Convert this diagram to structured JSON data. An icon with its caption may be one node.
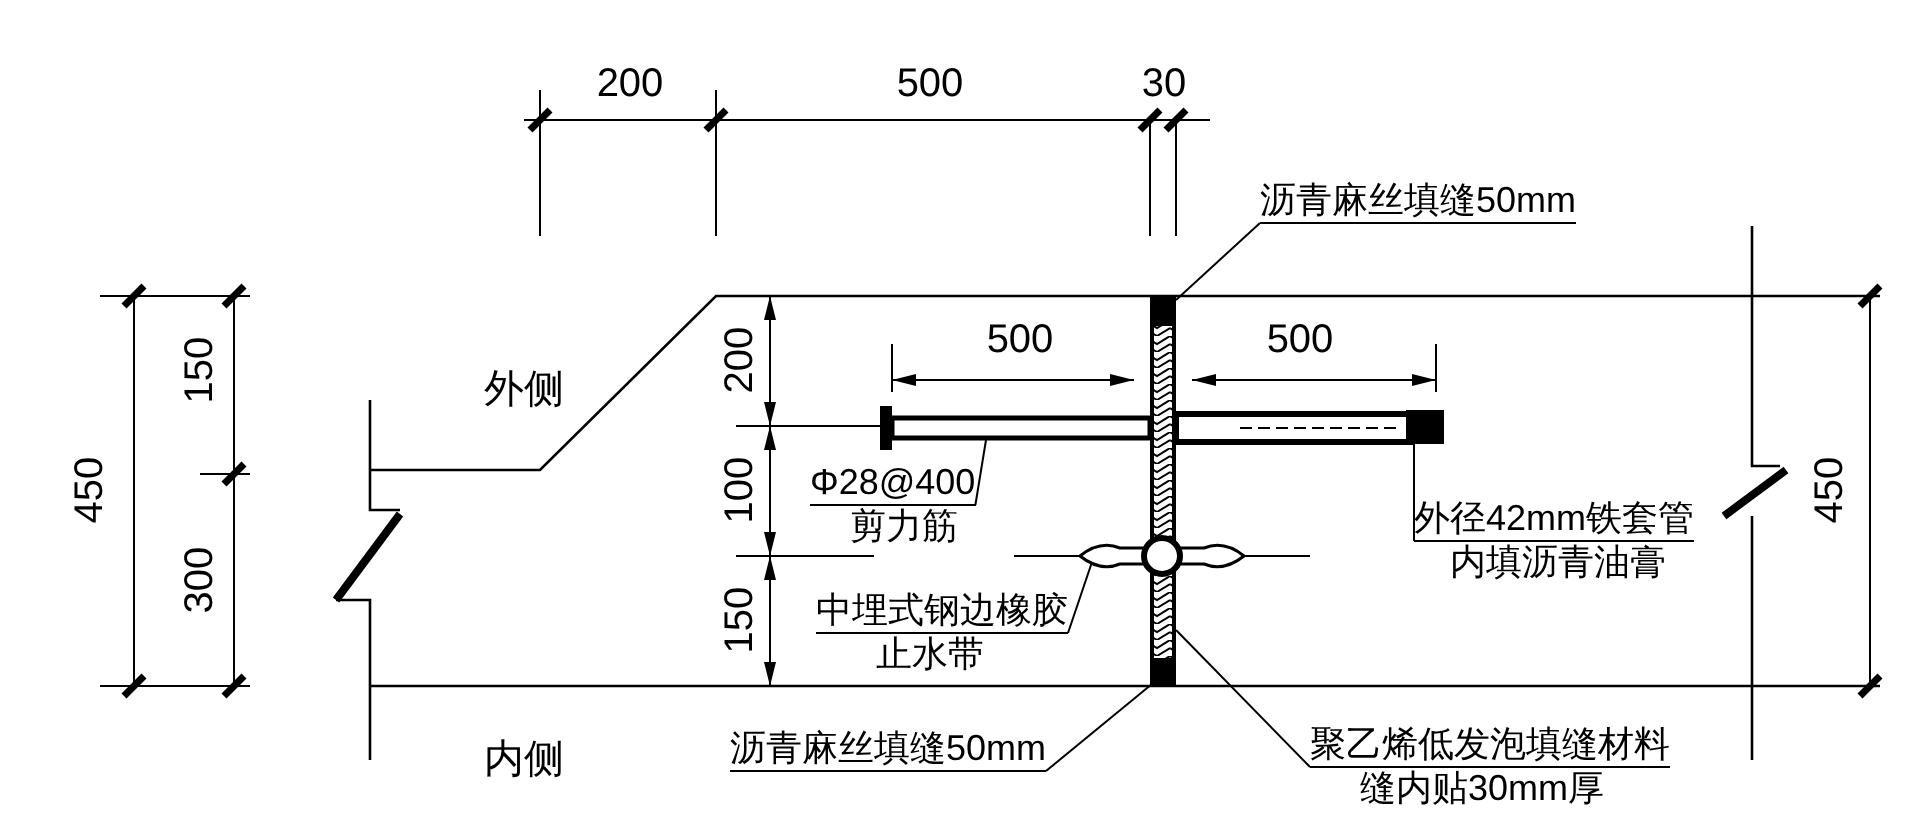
{
  "diagram": {
    "nodes": [
      {
        "text": [
          "沥青麻丝填缝50mm"
        ]
      },
      {
        "text": [],
        "shape": "box"
      },
      {
        "text": [
          "Φ28@400",
          "剪力筋"
        ]
      },
      {
        "text": [],
        "shape": "bar"
      },
      {
        "text": [
          "中埋式钢边橡胶",
          "止水带"
        ]
      },
      {
        "text": [],
        "shape": "picture"
      },
      {
        "text": [
          "外径42mm铁套管",
          "内填沥青油膏"
        ]
      },
      {
        "text": [],
        "shape": "bar"
      },
      {
        "text": [
          "聚乙烯低发泡填缝材料",
          "缝内贴30mm厚"
        ]
      },
      {
        "text": [],
        "shape": "box"
      },
      {
        "text": [
          "沥青麻丝填缝50mm"
        ]
      },
      {
        "text": [],
        "shape": "box"
      }
    ],
    "edges": [
      {
        "from": 0,
        "to": 1,
        "arrow": "none"
      },
      {
        "from": 2,
        "to": 3,
        "arrow": "none"
      },
      {
        "from": 4,
        "to": 5,
        "arrow": "none"
      },
      {
        "from": 6,
        "to": 7,
        "arrow": "none"
      },
      {
        "from": 8,
        "to": 9,
        "arrow": "none"
      },
      {
        "from": 10,
        "to": 11,
        "arrow": "none"
      }
    ],
    "labels": [
      "200",
      "500",
      "30",
      "150",
      "450",
      "300",
      "外侧",
      "500",
      "500",
      "200",
      "100",
      "150",
      "450",
      "内侧"
    ]
  }
}
